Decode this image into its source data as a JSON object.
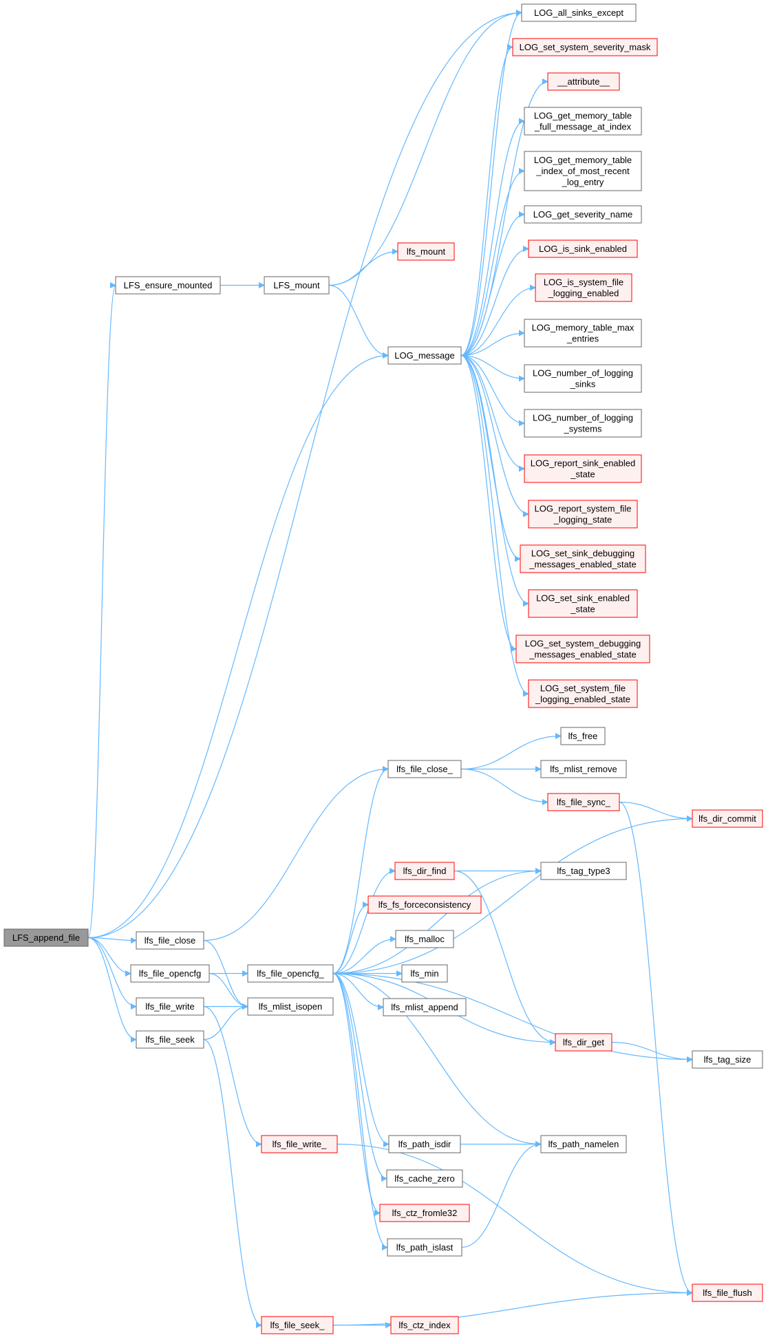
{
  "colors": {
    "edge": "#63b8ff",
    "node_border": "#666666",
    "node_fill": "#ffffff",
    "focus_fill": "#999999",
    "focus_border": "#666666",
    "red_border": "#ff0000",
    "red_fill": "#fff0f0"
  },
  "nodes": {
    "LFS_append_file": [
      "LFS_append_file"
    ],
    "LFS_ensure_mounted": [
      "LFS_ensure_mounted"
    ],
    "LFS_mount": [
      "LFS_mount"
    ],
    "lfs_mount": [
      "lfs_mount"
    ],
    "LOG_message": [
      "LOG_message"
    ],
    "LOG_all_sinks_except": [
      "LOG_all_sinks_except"
    ],
    "LOG_set_system_severity_mask": [
      "LOG_set_system_severity_mask"
    ],
    "__attribute__": [
      "__attribute__"
    ],
    "LOG_get_memory_table_full_message_at_index": [
      "LOG_get_memory_table",
      "_full_message_at_index"
    ],
    "LOG_get_memory_table_index_of_most_recent_log_entry": [
      "LOG_get_memory_table",
      "_index_of_most_recent",
      "_log_entry"
    ],
    "LOG_get_severity_name": [
      "LOG_get_severity_name"
    ],
    "LOG_is_sink_enabled": [
      "LOG_is_sink_enabled"
    ],
    "LOG_is_system_file_logging_enabled": [
      "LOG_is_system_file",
      "_logging_enabled"
    ],
    "LOG_memory_table_max_entries": [
      "LOG_memory_table_max",
      "_entries"
    ],
    "LOG_number_of_logging_sinks": [
      "LOG_number_of_logging",
      "_sinks"
    ],
    "LOG_number_of_logging_systems": [
      "LOG_number_of_logging",
      "_systems"
    ],
    "LOG_report_sink_enabled_state": [
      "LOG_report_sink_enabled",
      "_state"
    ],
    "LOG_report_system_file_logging_state": [
      "LOG_report_system_file",
      "_logging_state"
    ],
    "LOG_set_sink_debugging_messages_enabled_state": [
      "LOG_set_sink_debugging",
      "_messages_enabled_state"
    ],
    "LOG_set_sink_enabled_state": [
      "LOG_set_sink_enabled",
      "_state"
    ],
    "LOG_set_system_debugging_messages_enabled_state": [
      "LOG_set_system_debugging",
      "_messages_enabled_state"
    ],
    "LOG_set_system_file_logging_enabled_state": [
      "LOG_set_system_file",
      "_logging_enabled_state"
    ],
    "lfs_file_close_": [
      "lfs_file_close_"
    ],
    "lfs_free": [
      "lfs_free"
    ],
    "lfs_mlist_remove": [
      "lfs_mlist_remove"
    ],
    "lfs_file_sync_": [
      "lfs_file_sync_"
    ],
    "lfs_dir_commit": [
      "lfs_dir_commit"
    ],
    "lfs_tag_type3": [
      "lfs_tag_type3"
    ],
    "lfs_dir_find": [
      "lfs_dir_find"
    ],
    "lfs_fs_forceconsistency": [
      "lfs_fs_forceconsistency"
    ],
    "lfs_malloc": [
      "lfs_malloc"
    ],
    "lfs_file_close": [
      "lfs_file_close"
    ],
    "lfs_file_opencfg": [
      "lfs_file_opencfg"
    ],
    "lfs_file_opencfg_": [
      "lfs_file_opencfg_"
    ],
    "lfs_min": [
      "lfs_min"
    ],
    "lfs_file_write": [
      "lfs_file_write"
    ],
    "lfs_mlist_isopen": [
      "lfs_mlist_isopen"
    ],
    "lfs_mlist_append": [
      "lfs_mlist_append"
    ],
    "lfs_file_seek": [
      "lfs_file_seek"
    ],
    "lfs_dir_get": [
      "lfs_dir_get"
    ],
    "lfs_tag_size": [
      "lfs_tag_size"
    ],
    "lfs_file_write_": [
      "lfs_file_write_"
    ],
    "lfs_path_isdir": [
      "lfs_path_isdir"
    ],
    "lfs_path_namelen": [
      "lfs_path_namelen"
    ],
    "lfs_cache_zero": [
      "lfs_cache_zero"
    ],
    "lfs_ctz_fromle32": [
      "lfs_ctz_fromle32"
    ],
    "lfs_path_islast": [
      "lfs_path_islast"
    ],
    "lfs_file_flush": [
      "lfs_file_flush"
    ],
    "lfs_file_seek_": [
      "lfs_file_seek_"
    ],
    "lfs_ctz_index": [
      "lfs_ctz_index"
    ]
  },
  "edges": [
    [
      "LFS_append_file",
      "LFS_ensure_mounted"
    ],
    [
      "LFS_append_file",
      "LOG_all_sinks_except"
    ],
    [
      "LFS_append_file",
      "LOG_message"
    ],
    [
      "LFS_append_file",
      "lfs_file_close"
    ],
    [
      "LFS_append_file",
      "lfs_file_opencfg"
    ],
    [
      "LFS_append_file",
      "lfs_file_write"
    ],
    [
      "LFS_append_file",
      "lfs_file_seek"
    ],
    [
      "LFS_ensure_mounted",
      "LFS_mount"
    ],
    [
      "LFS_mount",
      "lfs_mount"
    ],
    [
      "LFS_mount",
      "LOG_all_sinks_except"
    ],
    [
      "LFS_mount",
      "LOG_message"
    ],
    [
      "LOG_message",
      "LOG_all_sinks_except"
    ],
    [
      "LOG_message",
      "LOG_set_system_severity_mask"
    ],
    [
      "LOG_message",
      "__attribute__"
    ],
    [
      "LOG_message",
      "LOG_get_memory_table_full_message_at_index"
    ],
    [
      "LOG_message",
      "LOG_get_memory_table_index_of_most_recent_log_entry"
    ],
    [
      "LOG_message",
      "LOG_get_severity_name"
    ],
    [
      "LOG_message",
      "LOG_is_sink_enabled"
    ],
    [
      "LOG_message",
      "LOG_is_system_file_logging_enabled"
    ],
    [
      "LOG_message",
      "LOG_memory_table_max_entries"
    ],
    [
      "LOG_message",
      "LOG_number_of_logging_sinks"
    ],
    [
      "LOG_message",
      "LOG_number_of_logging_systems"
    ],
    [
      "LOG_message",
      "LOG_report_sink_enabled_state"
    ],
    [
      "LOG_message",
      "LOG_report_system_file_logging_state"
    ],
    [
      "LOG_message",
      "LOG_set_sink_debugging_messages_enabled_state"
    ],
    [
      "LOG_message",
      "LOG_set_sink_enabled_state"
    ],
    [
      "LOG_message",
      "LOG_set_system_debugging_messages_enabled_state"
    ],
    [
      "LOG_message",
      "LOG_set_system_file_logging_enabled_state"
    ],
    [
      "lfs_file_close",
      "lfs_file_close_"
    ],
    [
      "lfs_file_close",
      "lfs_mlist_isopen"
    ],
    [
      "lfs_file_close_",
      "lfs_free"
    ],
    [
      "lfs_file_close_",
      "lfs_mlist_remove"
    ],
    [
      "lfs_file_close_",
      "lfs_file_sync_"
    ],
    [
      "lfs_file_sync_",
      "lfs_dir_commit"
    ],
    [
      "lfs_file_sync_",
      "lfs_file_flush"
    ],
    [
      "lfs_file_opencfg",
      "lfs_file_opencfg_"
    ],
    [
      "lfs_file_opencfg",
      "lfs_mlist_isopen"
    ],
    [
      "lfs_file_opencfg_",
      "lfs_file_close_"
    ],
    [
      "lfs_file_opencfg_",
      "lfs_dir_commit"
    ],
    [
      "lfs_file_opencfg_",
      "lfs_tag_type3"
    ],
    [
      "lfs_file_opencfg_",
      "lfs_dir_find"
    ],
    [
      "lfs_file_opencfg_",
      "lfs_fs_forceconsistency"
    ],
    [
      "lfs_file_opencfg_",
      "lfs_malloc"
    ],
    [
      "lfs_file_opencfg_",
      "lfs_min"
    ],
    [
      "lfs_file_opencfg_",
      "lfs_mlist_append"
    ],
    [
      "lfs_file_opencfg_",
      "lfs_dir_get"
    ],
    [
      "lfs_file_opencfg_",
      "lfs_tag_size"
    ],
    [
      "lfs_file_opencfg_",
      "lfs_path_namelen"
    ],
    [
      "lfs_file_opencfg_",
      "lfs_path_isdir"
    ],
    [
      "lfs_file_opencfg_",
      "lfs_cache_zero"
    ],
    [
      "lfs_file_opencfg_",
      "lfs_ctz_fromle32"
    ],
    [
      "lfs_file_opencfg_",
      "lfs_path_islast"
    ],
    [
      "lfs_dir_find",
      "lfs_tag_type3"
    ],
    [
      "lfs_dir_find",
      "lfs_dir_get"
    ],
    [
      "lfs_dir_get",
      "lfs_tag_size"
    ],
    [
      "lfs_file_write",
      "lfs_mlist_isopen"
    ],
    [
      "lfs_file_write",
      "lfs_file_write_"
    ],
    [
      "lfs_file_write_",
      "lfs_file_flush"
    ],
    [
      "lfs_file_seek",
      "lfs_mlist_isopen"
    ],
    [
      "lfs_file_seek",
      "lfs_file_seek_"
    ],
    [
      "lfs_file_seek_",
      "lfs_ctz_index"
    ],
    [
      "lfs_file_seek_",
      "lfs_file_flush"
    ],
    [
      "lfs_path_isdir",
      "lfs_path_namelen"
    ],
    [
      "lfs_path_islast",
      "lfs_path_namelen"
    ]
  ]
}
